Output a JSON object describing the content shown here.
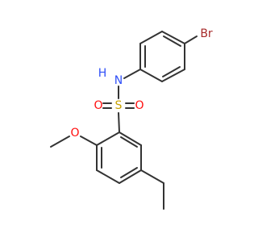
{
  "molecule": {
    "atoms": {
      "bromine": "Br",
      "amine_h": "H",
      "nitrogen": "N",
      "sulfur": "S",
      "oxygen_left": "O",
      "oxygen_right": "O",
      "methoxy_oxygen": "O"
    }
  },
  "colors": {
    "bond": "#333333",
    "bromine": "#A62929",
    "nitrogen": "#3050F8",
    "sulfur": "#C8A200",
    "oxygen": "#FF0D0D",
    "background": "#FFFFFF"
  }
}
